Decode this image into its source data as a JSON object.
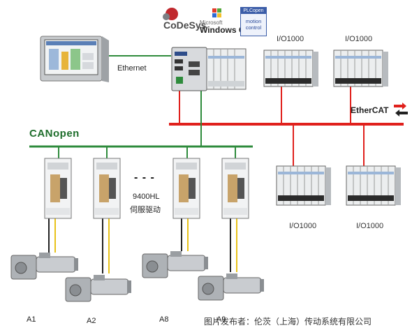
{
  "logos": {
    "codesys": "CoDeSys",
    "windows_ce_small": "Microsoft",
    "windows_ce": "Windows CE",
    "plcopen_top": "PLCopen",
    "plcopen_bottom_1": "motion",
    "plcopen_bottom_2": "control"
  },
  "labels": {
    "ethernet": "Ethernet",
    "canopen": "CANopen",
    "ethercat_a": "Ether",
    "ethercat_b": "CAT",
    "io_top_1": "I/O1000",
    "io_top_2": "I/O1000",
    "io_bottom_1": "I/O1000",
    "io_bottom_2": "I/O1000",
    "drive_series": "9400HL",
    "drive_desc": "伺服驱动",
    "dashes": "- - -",
    "axis_a1": "A1",
    "axis_a2": "A2",
    "axis_a8": "A8",
    "axis_a9": "A9"
  },
  "credit": "图片发布者：伦茨（上海）传动系统有限公司",
  "colors": {
    "ethercat_bus": "#e0201c",
    "canopen_bus": "#2e8b3c",
    "ethernet_line": "#2e8b3c",
    "motor_cable_dark": "#222222",
    "motor_cable_yellow": "#e8c21a"
  }
}
